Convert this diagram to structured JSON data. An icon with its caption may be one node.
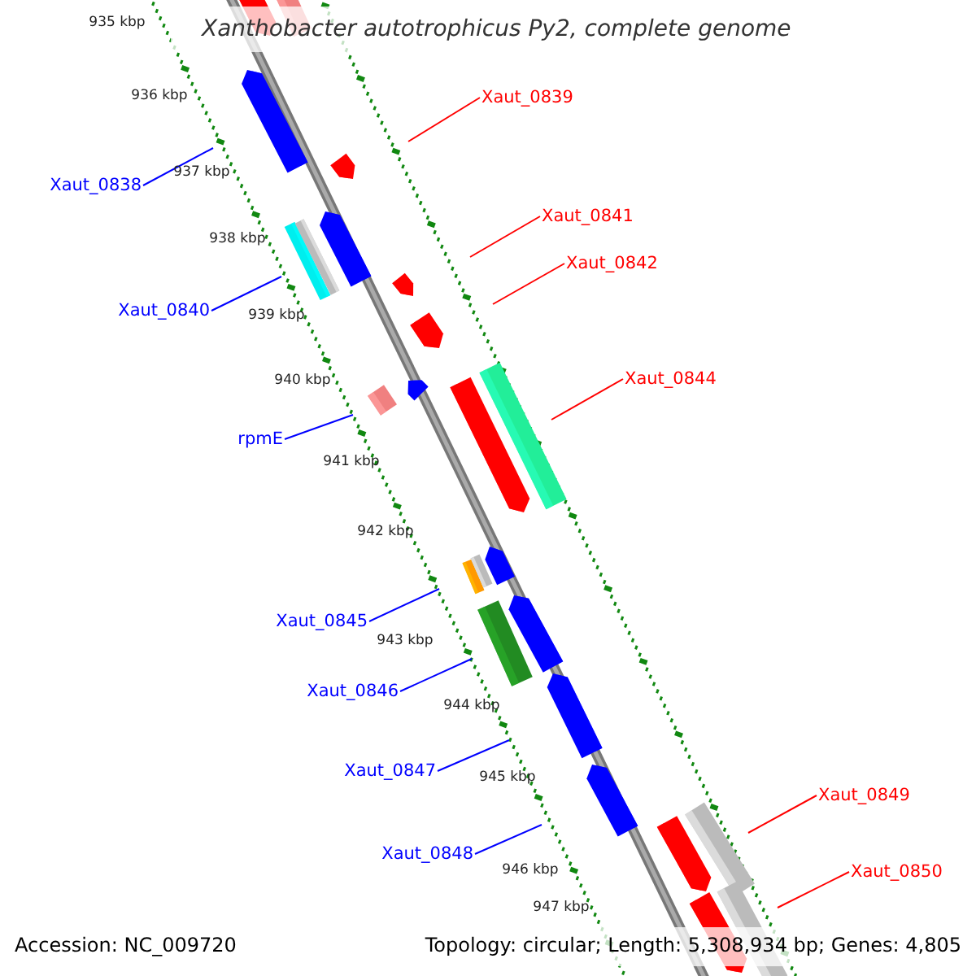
{
  "diagram": {
    "title": "Xanthobacter autotrophicus Py2, complete genome",
    "nodes": [
      {
        "text": [
          "Xaut_0839"
        ]
      },
      {
        "text": [
          "Xaut_0838"
        ]
      },
      {
        "text": [
          "Xaut_0841"
        ]
      },
      {
        "text": [
          "Xaut_0842"
        ]
      },
      {
        "text": [
          "Xaut_0840"
        ]
      },
      {
        "text": [
          "Xaut_0844"
        ]
      },
      {
        "text": [
          "rpmE"
        ]
      },
      {
        "text": [
          "Xaut_0845"
        ]
      },
      {
        "text": [
          "Xaut_0846"
        ]
      },
      {
        "text": [
          "Xaut_0847"
        ]
      },
      {
        "text": [
          "Xaut_0849"
        ]
      },
      {
        "text": [
          "Xaut_0848"
        ]
      },
      {
        "text": [
          "Xaut_0850"
        ]
      }
    ],
    "edges": [
      {
        "from": 0,
        "to": null,
        "arrow": "none",
        "color": "#ff0000"
      },
      {
        "from": 1,
        "to": null,
        "arrow": "none",
        "color": "#0000ff"
      },
      {
        "from": 2,
        "to": null,
        "arrow": "none",
        "color": "#ff0000"
      },
      {
        "from": 3,
        "to": null,
        "arrow": "none",
        "color": "#ff0000"
      },
      {
        "from": 4,
        "to": null,
        "arrow": "none",
        "color": "#0000ff"
      },
      {
        "from": 5,
        "to": null,
        "arrow": "none",
        "color": "#ff0000"
      },
      {
        "from": 6,
        "to": null,
        "arrow": "none",
        "color": "#0000ff"
      },
      {
        "from": 7,
        "to": null,
        "arrow": "none",
        "color": "#0000ff"
      },
      {
        "from": 8,
        "to": null,
        "arrow": "none",
        "color": "#0000ff"
      },
      {
        "from": 9,
        "to": null,
        "arrow": "none",
        "color": "#0000ff"
      },
      {
        "from": 10,
        "to": null,
        "arrow": "none",
        "color": "#ff0000"
      },
      {
        "from": 11,
        "to": null,
        "arrow": "none",
        "color": "#0000ff"
      },
      {
        "from": 12,
        "to": null,
        "arrow": "none",
        "color": "#ff0000"
      }
    ],
    "labels": [
      "935 kbp",
      "936 kbp",
      "937 kbp",
      "938 kbp",
      "939 kbp",
      "940 kbp",
      "941 kbp",
      "942 kbp",
      "943 kbp",
      "944 kbp",
      "945 kbp",
      "946 kbp",
      "947 kbp",
      "Accession: NC_009720",
      "Topology: circular; Length: 5,308,934 bp; Genes: 4,805"
    ]
  }
}
